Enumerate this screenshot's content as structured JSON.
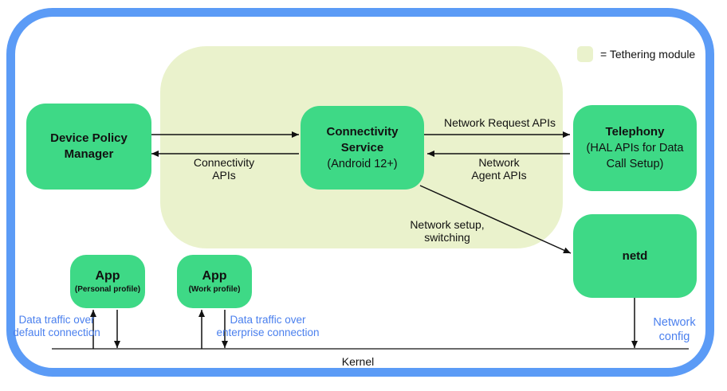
{
  "colors": {
    "green": "#3ed986",
    "tether": "#eaf2cc",
    "frame": "#5b9bf6",
    "bluetext": "#4b80ee",
    "ink": "#111111"
  },
  "legend": {
    "label": "= Tethering module"
  },
  "boxes": {
    "dpm": {
      "name": "Device Policy Manager"
    },
    "connectivity": {
      "name1": "Connectivity",
      "name2": "Service",
      "subtitle": "(Android 12+)"
    },
    "telephony": {
      "name": "Telephony",
      "subtitle": "(HAL APIs for Data Call Setup)"
    },
    "netd": {
      "name": "netd"
    },
    "app_personal": {
      "name": "App",
      "subtitle": "(Personal profile)"
    },
    "app_work": {
      "name": "App",
      "subtitle": "(Work profile)"
    }
  },
  "labels": {
    "connectivity_apis": {
      "0": "Connectivity",
      "1": "APIs"
    },
    "network_request_apis": {
      "0": "Network Request APIs"
    },
    "network_agent_apis": {
      "0": "Network",
      "1": "Agent APIs"
    },
    "network_setup": {
      "0": "Network setup,",
      "1": "switching"
    },
    "data_traffic_default": {
      "0": "Data traffic over",
      "1": "default connection"
    },
    "data_traffic_enterprise": {
      "0": "Data traffic over",
      "1": "enterprise connection"
    },
    "network_config": {
      "0": "Network",
      "1": "config"
    },
    "kernel": "Kernel"
  }
}
